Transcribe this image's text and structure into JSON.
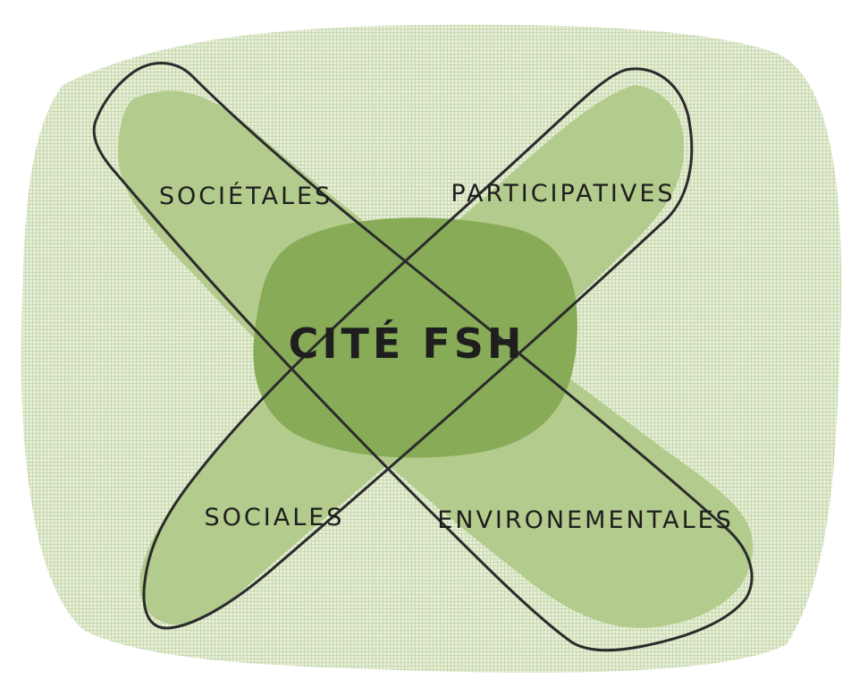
{
  "colors": {
    "background_wash": "#d3e2bb",
    "band_fill": "#b3cb8c",
    "center_fill": "#88ab57",
    "outline": "#2b2b2b",
    "text": "#1e1e1e"
  },
  "diagram": {
    "center_label": "CITÉ FSH",
    "quadrants": {
      "top_left": "SOCIÉTALES",
      "top_right": "PARTICIPATIVES",
      "bottom_left": "SOCIALES",
      "bottom_right": "ENVIRONEMENTALES"
    }
  }
}
